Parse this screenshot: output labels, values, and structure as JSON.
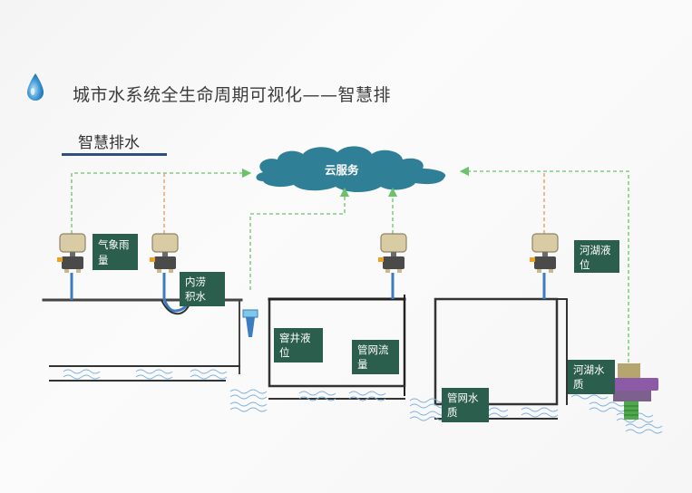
{
  "header": {
    "title": "城市水系统全生命周期可视化——智慧排",
    "subtitle": "智慧排水"
  },
  "diagram": {
    "cloud_label": "云服务",
    "labels": {
      "rain": [
        "气象雨",
        "量"
      ],
      "waterlogging": [
        "内涝",
        "积水"
      ],
      "manhole_level": [
        "窨井液",
        "位"
      ],
      "pipe_flow": [
        "管网流",
        "量"
      ],
      "pipe_quality": [
        "管网水",
        "质"
      ],
      "river_level": [
        "河湖液",
        "位"
      ],
      "river_quality": [
        "河湖水",
        "质"
      ]
    }
  },
  "colors": {
    "label_bg": "#2c5e4e",
    "cloud": "#2f7f97",
    "dash_green": "#6cc26b",
    "dash_orange": "#e8965a",
    "device_body": "#d9cba3",
    "device_base": "#4a4a4a",
    "pipe_blue": "#3c7dc2",
    "buoy_purple": "#8c5aa6"
  }
}
